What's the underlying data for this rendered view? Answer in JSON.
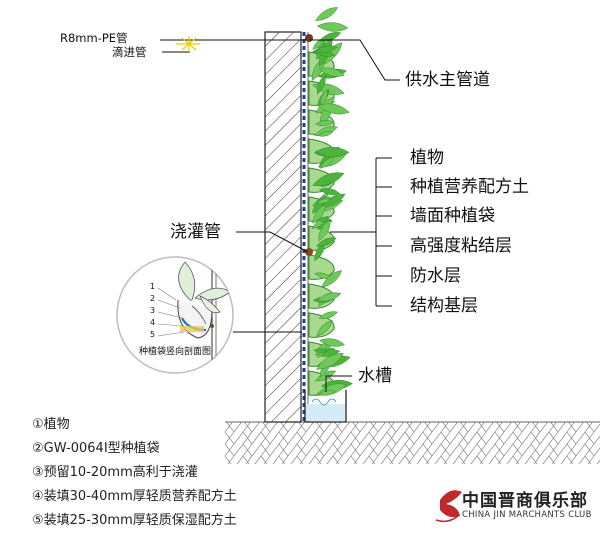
{
  "labels": {
    "pe_pipe": "R8mm-PE管",
    "drip_pipe": "滴进管",
    "main_pipe": "供水主管道",
    "irrigation_pipe": "浇灌管",
    "water_tank": "水槽"
  },
  "layers": [
    "植物",
    "种植营养配方土",
    "墙面种植袋",
    "高强度粘结层",
    "防水层",
    "结构基层"
  ],
  "inset": {
    "numbers": [
      "1",
      "2",
      "3",
      "4",
      "5"
    ],
    "caption": "种植袋竖向剖面图"
  },
  "notes": [
    "①植物",
    "②GW-0064Ⅰ型种植袋",
    "③预留10-20mm高利于浇灌",
    "④装填30-40mm厚轻质营养配方土",
    "⑤装填25-30mm厚轻质保湿配方土"
  ],
  "branding": {
    "name_cn": "中国晋商俱乐部",
    "name_en": "CHINA JIN MARCHANTS CLUB"
  },
  "colors": {
    "plant": "#4cb43c",
    "plant_dark": "#2e8a2a",
    "pipe": "#1c3f8c",
    "brand_red": "#c0282c"
  }
}
